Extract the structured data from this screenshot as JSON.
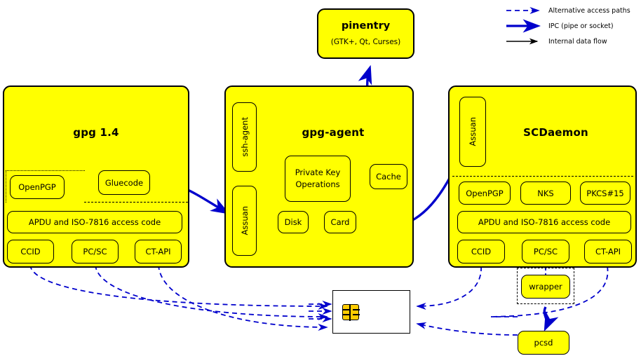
{
  "diagram": {
    "title": "GnuPG smartcard architecture",
    "colors": {
      "node_fill": "#ffff00",
      "node_stroke": "#000000",
      "ipc_arrow": "#0000cc",
      "alt_path": "#0000cc",
      "internal_flow": "#000000",
      "card_fill": "#ffffff",
      "chip_fill": "#ffcc00"
    }
  },
  "legend": {
    "items": [
      {
        "label": "Alternative access paths",
        "style": "dashed-blue-arrow",
        "color": "#0000cc"
      },
      {
        "label": "IPC (pipe or socket)",
        "style": "solid-blue-thick-arrow",
        "color": "#0000cc"
      },
      {
        "label": "Internal data flow",
        "style": "solid-black-thin-arrow",
        "color": "#000000"
      }
    ]
  },
  "pinentry": {
    "title": "pinentry",
    "subtitle": "(GTK+, Qt, Curses)"
  },
  "gpg": {
    "title": "gpg 1.4",
    "openpgp": "OpenPGP",
    "gluecode": "Gluecode",
    "apdu": "APDU and ISO-7816 access code",
    "drivers": [
      "CCID",
      "PC/SC",
      "CT-API"
    ]
  },
  "gpg_agent": {
    "title": "gpg-agent",
    "ssh_agent": "ssh-agent",
    "assuan": "Assuan",
    "private_key_ops_line1": "Private Key",
    "private_key_ops_line2": "Operations",
    "cache": "Cache",
    "disk": "Disk",
    "card": "Card"
  },
  "scdaemon": {
    "title": "SCDaemon",
    "assuan": "Assuan",
    "apps": [
      "OpenPGP",
      "NKS",
      "PKCS#15"
    ],
    "apdu": "APDU and ISO-7816 access code",
    "drivers": [
      "CCID",
      "PC/SC",
      "CT-API"
    ]
  },
  "bottom": {
    "wrapper": "wrapper",
    "pcsd": "pcsd",
    "smartcard": "smart card"
  }
}
